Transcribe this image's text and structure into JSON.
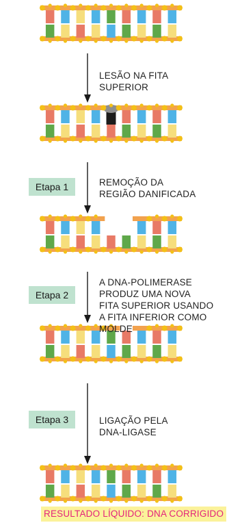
{
  "labels": {
    "lesion": "LESÃO NA FITA\nSUPERIOR",
    "removal": "REMOÇÃO DA\nREGIÃO DANIFICADA",
    "polymerase": "A DNA-POLIMERASE\nPRODUZ UMA NOVA\nFITA SUPERIOR USANDO\nA FITA INFERIOR COMO\nMOLDE",
    "ligase": "LIGAÇÃO PELA\nDNA-LIGASE"
  },
  "steps": {
    "step1": "Etapa 1",
    "step2": "Etapa 2",
    "step3": "Etapa 3"
  },
  "result": {
    "prefix": "RESULTADO LÍQUIDO:",
    "value": "DNA CORRIGIDO"
  },
  "colors": {
    "backbone": "#f2a24e",
    "bead": "#f3c017",
    "red": "#e87a66",
    "blue": "#4fb3e6",
    "green": "#5fa84a",
    "yellow": "#f6de7c",
    "lesion_cap": "#8e8e8e",
    "lesion_body": "#1c1c1c",
    "step_bg": "#bfe2cf",
    "result_bg": "#fbf29a",
    "result_text": "#e3227b"
  },
  "molecules": [
    {
      "name": "dna-original",
      "top": [
        "red",
        "blue",
        "yellow",
        "blue",
        "green",
        "red",
        "blue",
        "red",
        "blue"
      ],
      "bottom": [
        "green",
        "yellow",
        "red",
        "yellow",
        "blue",
        "green",
        "yellow",
        "green",
        "yellow"
      ],
      "break": null,
      "lesion": false
    },
    {
      "name": "dna-lesion",
      "top": [
        "red",
        "blue",
        "yellow",
        "blue",
        "black",
        "red",
        "blue",
        "red",
        "blue"
      ],
      "bottom": [
        "green",
        "yellow",
        "red",
        "yellow",
        "red",
        "green",
        "yellow",
        "green",
        "yellow"
      ],
      "break": null,
      "lesion": true
    },
    {
      "name": "dna-gap",
      "top": [
        "red",
        "blue",
        "yellow",
        "blue",
        null,
        null,
        "blue",
        "red",
        "blue"
      ],
      "bottom": [
        "green",
        "yellow",
        "red",
        "yellow",
        "red",
        "green",
        "yellow",
        "green",
        "yellow"
      ],
      "break": [
        4,
        5
      ],
      "lesion": false
    },
    {
      "name": "dna-resynthesized",
      "top": [
        "red",
        "blue",
        "yellow",
        "blue",
        "green",
        "red",
        "blue",
        "red",
        "blue"
      ],
      "bottom": [
        "green",
        "yellow",
        "red",
        "yellow",
        "blue",
        "green",
        "yellow",
        "green",
        "yellow"
      ],
      "break": [
        5
      ],
      "lesion": false
    },
    {
      "name": "dna-corrected",
      "top": [
        "red",
        "blue",
        "yellow",
        "blue",
        "green",
        "red",
        "blue",
        "red",
        "blue"
      ],
      "bottom": [
        "green",
        "yellow",
        "red",
        "yellow",
        "blue",
        "green",
        "yellow",
        "green",
        "yellow"
      ],
      "break": null,
      "lesion": false
    }
  ]
}
